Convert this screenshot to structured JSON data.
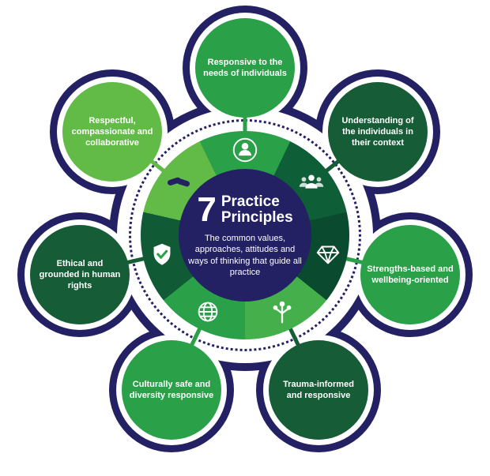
{
  "diagram": {
    "center": {
      "number": "7",
      "title_line1": "Practice",
      "title_line2": "Principles",
      "subtitle": "The common values, approaches, attitudes and ways of thinking that guide all practice"
    },
    "satellites": [
      {
        "label": "Responsive to the needs of individuals",
        "icon": "person-icon",
        "color": "#2aa048"
      },
      {
        "label": "Understanding of the individuals in their context",
        "icon": "people-group-icon",
        "color": "#165c36"
      },
      {
        "label": "Strengths-based and wellbeing-oriented",
        "icon": "diamond-icon",
        "color": "#2aa048"
      },
      {
        "label": "Trauma-informed and responsive",
        "icon": "tree-icon",
        "color": "#165c36"
      },
      {
        "label": "Culturally safe and diversity responsive",
        "icon": "globe-icon",
        "color": "#2aa048"
      },
      {
        "label": "Ethical and grounded in human rights",
        "icon": "shield-check-icon",
        "color": "#165c36"
      },
      {
        "label": "Respectful, compassionate and collaborative",
        "icon": "handshake-icon",
        "color": "#62bb46"
      }
    ],
    "colors": {
      "navy": "#232064",
      "green_light": "#62bb46",
      "green_mid": "#2aa048",
      "green_dark": "#165c36",
      "ring_segment_darkest": "#0a4a2e",
      "ring_segment_tree": "#45b04b",
      "background": "#ffffff"
    }
  }
}
